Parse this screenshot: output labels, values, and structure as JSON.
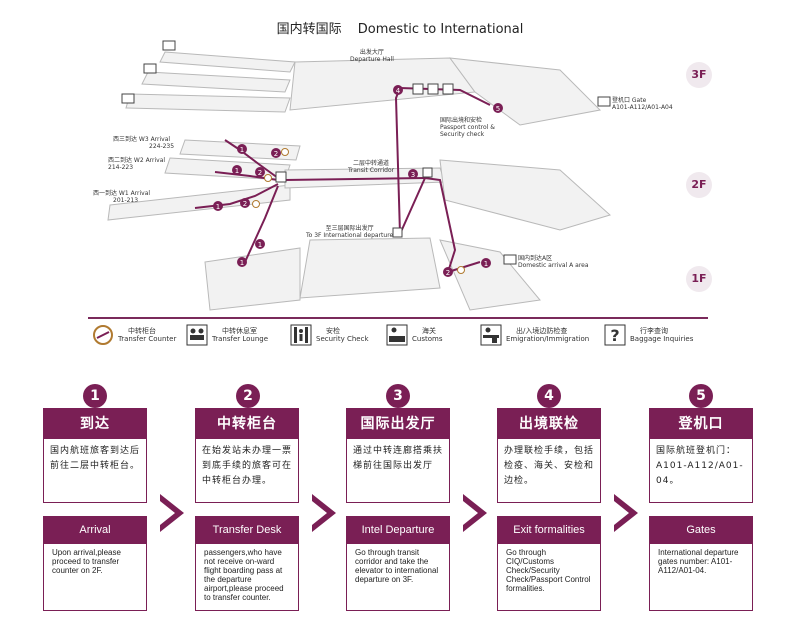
{
  "title": {
    "cn": "国内转国际",
    "en": "Domestic to International"
  },
  "floors": [
    "3F",
    "2F",
    "1F"
  ],
  "map_labels": {
    "departure_hall": {
      "cn": "出发大厅",
      "en": "Departure Hall"
    },
    "gate": {
      "cn": "登机口 Gate",
      "en": "A101-A112/A01-A04"
    },
    "passport": {
      "cn": "国际出境和安检",
      "en1": "Passport control &",
      "en2": "Security check"
    },
    "w3": {
      "line1": "西三到达 W3 Arrival",
      "line2": "224-235"
    },
    "w2": {
      "line1": "西二到达 W2 Arrival",
      "line2": "214-223"
    },
    "w1": {
      "line1": "西一到达 W1 Arrival",
      "line2": "201-213"
    },
    "corridor": {
      "cn": "二层中转通道",
      "en": "Transit Corridor"
    },
    "to3f": {
      "cn": "至三层国际出发厅",
      "en": "To 3F International departure"
    },
    "domestic_arrival": {
      "cn": "国内到达A区",
      "en": "Domestic arrival A area"
    }
  },
  "legend": [
    {
      "icon": "transfer-counter-icon",
      "cn": "中转柜台",
      "en": "Transfer Counter"
    },
    {
      "icon": "transfer-lounge-icon",
      "cn": "中转休息室",
      "en": "Transfer Lounge"
    },
    {
      "icon": "security-check-icon",
      "cn": "安检",
      "en": "Security Check"
    },
    {
      "icon": "customs-icon",
      "cn": "海关",
      "en": "Customs"
    },
    {
      "icon": "immigration-icon",
      "cn": "出/入境边防检查",
      "en": "Emigration/Immigration"
    },
    {
      "icon": "baggage-inquiries-icon",
      "cn": "行李查询",
      "en": "Baggage Inquiries"
    }
  ],
  "steps": [
    {
      "num": "1",
      "cn_title": "到达",
      "cn_body": "国内航班旅客到达后前往二层中转柜台。",
      "en_title": "Arrival",
      "en_body": "Upon arrival,please proceed to transfer counter on 2F."
    },
    {
      "num": "2",
      "cn_title": "中转柜台",
      "cn_body": "在始发站未办理一票到底手续的旅客可在中转柜台办理。",
      "en_title": "Transfer  Desk",
      "en_body": "passengers,who have not receive on-ward flight boarding pass at the departure airport,please proceed to transfer counter."
    },
    {
      "num": "3",
      "cn_title": "国际出发厅",
      "cn_body": "通过中转连廊搭乘扶梯前往国际出发厅",
      "en_title": "Intel Departure",
      "en_body": "Go through transit corridor and take the elevator to international departure on 3F."
    },
    {
      "num": "4",
      "cn_title": "出境联检",
      "cn_body": "办理联检手续，包括检疫、海关、安检和边检。",
      "en_title": "Exit formalities",
      "en_body": "Go through CIQ/Customs Check/Security Check/Passport Control formalities."
    },
    {
      "num": "5",
      "cn_title": "登机口",
      "cn_body": "国际航班登机门：A101-A112/A01-04。",
      "en_title": "Gates",
      "en_body": "International departure gates number: A101-A112/A01-04."
    }
  ],
  "colors": {
    "accent": "#7a1f55",
    "floor_fill": "#f2f2f2",
    "floor_stroke": "#b8b8b8"
  }
}
